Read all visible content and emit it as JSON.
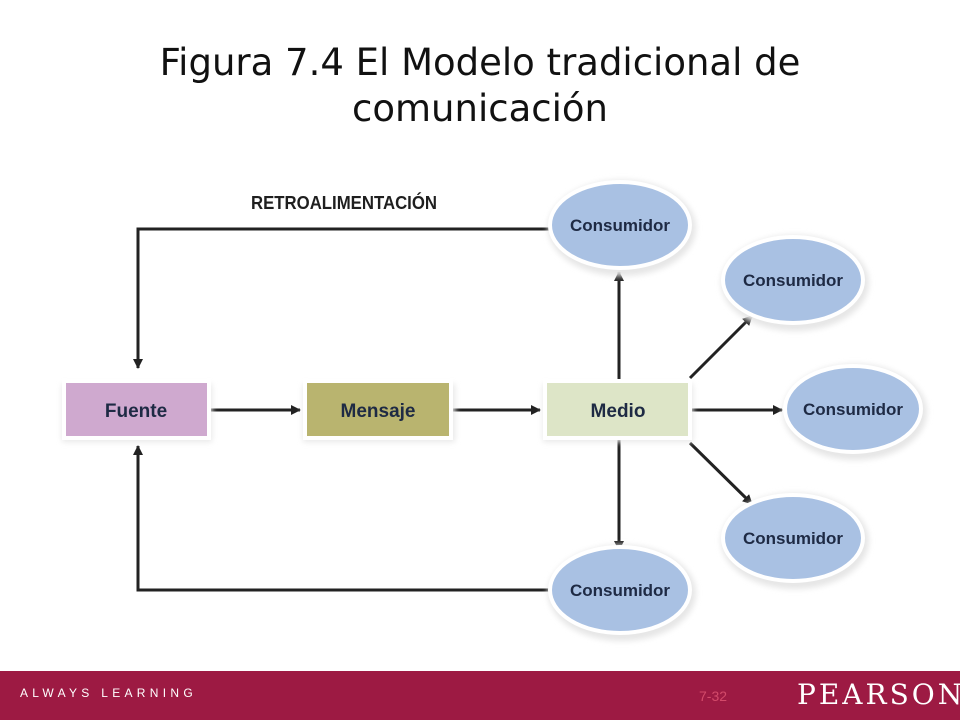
{
  "title": "Figura 7.4  El Modelo tradicional de comunicación",
  "diagram": {
    "feedback_label": "RETROALIMENTACIÓN",
    "nodes": {
      "fuente": "Fuente",
      "mensaje": "Mensaje",
      "medio": "Medio"
    },
    "consumers": [
      "Consumidor",
      "Consumidor",
      "Consumidor",
      "Consumidor",
      "Consumidor"
    ],
    "colors": {
      "fuente": "#cfa9cf",
      "mensaje": "#b9b46f",
      "medio": "#dde5c7",
      "consumer": "#a9c1e3",
      "arrows": "#222222"
    }
  },
  "footer": {
    "tagline": "ALWAYS LEARNING",
    "page_number": "7-32",
    "brand": "PEARSON",
    "background": "#9d1a43"
  }
}
